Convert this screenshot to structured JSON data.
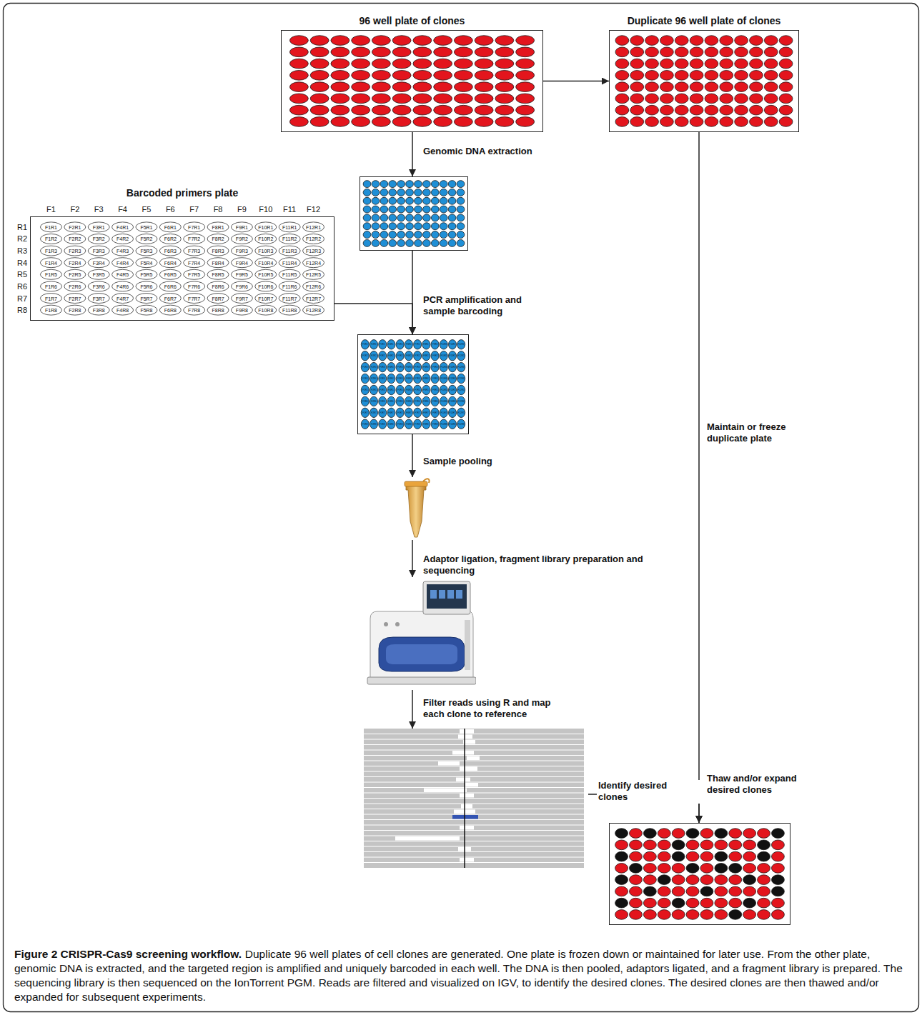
{
  "diagram": {
    "title": "Figure 2 CRISPR-Cas9 screening workflow.",
    "caption": "Duplicate 96 well plates of cell clones are generated. One plate is frozen down or maintained for later use. From the other plate, genomic DNA is extracted, and the targeted region is amplified and uniquely barcoded in each well. The DNA is then pooled, adaptors ligated, and a fragment library is prepared. The sequencing library is then sequenced on the IonTorrent PGM. Reads are filtered and visualized on IGV, to identify the desired clones. The desired clones are then thawed and/or expanded for subsequent experiments.",
    "nodes": [
      {
        "text": [
          "96 well plate of clones"
        ]
      },
      {
        "text": [
          "Duplicate 96 well plate of clones"
        ]
      },
      {
        "text": []
      },
      {
        "text": [
          "Barcoded primers plate"
        ]
      },
      {
        "text": []
      },
      {
        "text": []
      },
      {
        "text": []
      },
      {
        "text": []
      },
      {
        "text": []
      }
    ],
    "edges": [
      {
        "from": 0,
        "to": 1,
        "arrow": "to"
      },
      {
        "from": 0,
        "to": 2,
        "arrow": "to",
        "label": "Genomic DNA extraction"
      },
      {
        "from": 2,
        "to": 4,
        "arrow": "to",
        "label": "PCR amplification and sample barcoding"
      },
      {
        "from": 3,
        "to": 4,
        "arrow": "to"
      },
      {
        "from": 4,
        "to": 5,
        "arrow": "to",
        "label": "Sample pooling"
      },
      {
        "from": 5,
        "to": 6,
        "arrow": "to",
        "label": "Adaptor ligation, fragment library preparation and sequencing"
      },
      {
        "from": 6,
        "to": 7,
        "arrow": "to",
        "label": "Filter reads using R and map each clone to reference"
      },
      {
        "from": 7,
        "to": 8,
        "arrow": "to",
        "label": "Identify desired clones"
      },
      {
        "from": 1,
        "to": 8,
        "arrow": "to",
        "label": "Maintain or freeze duplicate plate"
      }
    ],
    "labels": [
      "Thaw and/or expand desired clones",
      "F1",
      "F2",
      "F3",
      "F4",
      "F5",
      "F6",
      "F7",
      "F8",
      "F9",
      "F10",
      "F11",
      "F12",
      "R1",
      "R2",
      "R3",
      "R4",
      "R5",
      "R6",
      "R7",
      "R8",
      "F1R1",
      "F2R1",
      "F3R1",
      "F4R1",
      "F5R1",
      "F6R1",
      "F7R1",
      "F8R1",
      "F9R1",
      "F10R1",
      "F11R1",
      "F12R1",
      "F1R2",
      "F2R2",
      "F3R2",
      "F4R2",
      "F5R2",
      "F6R2",
      "F7R2",
      "F8R2",
      "F9R2",
      "F10R2",
      "F11R2",
      "F12R2",
      "F1R3",
      "F2R3",
      "F3R3",
      "F4R3",
      "F5R3",
      "F6R3",
      "F7R3",
      "F8R3",
      "F9R3",
      "F10R3",
      "F11R3",
      "F12R3",
      "F1R4",
      "F2R4",
      "F3R4",
      "F4R4",
      "F5R4",
      "F6R4",
      "F7R4",
      "F8R4",
      "F9R4",
      "F10R4",
      "F11R4",
      "F12R4",
      "F1R5",
      "F2R5",
      "F3R5",
      "F4R5",
      "F5R5",
      "F6R5",
      "F7R5",
      "F8R5",
      "F9R5",
      "F10R5",
      "F11R5",
      "F12R5",
      "F1R6",
      "F2R6",
      "F3R6",
      "F4R6",
      "F5R6",
      "F6R6",
      "F7R6",
      "F8R6",
      "F9R6",
      "F10R6",
      "F11R6",
      "F12R6",
      "F1R7",
      "F2R7",
      "F3R7",
      "F4R7",
      "F5R7",
      "F6R7",
      "F7R7",
      "F8R7",
      "F9R7",
      "F10R7",
      "F11R7",
      "F12R7",
      "F1R8",
      "F2R8",
      "F3R8",
      "F4R8",
      "F5R8",
      "F6R8",
      "F7R8",
      "F8R8",
      "F9R8",
      "F10R8",
      "F11R8",
      "F12R8",
      "F1R1",
      "F2R1",
      "F3R1",
      "F4R1",
      "F5R1",
      "F6R1",
      "F7R1",
      "F8R1",
      "F9R1",
      "F10R1",
      "F11R1",
      "F12R1",
      "F1R2",
      "F2R2",
      "F3R2",
      "F4R2",
      "F5R2",
      "F6R2",
      "F7R2",
      "F8R2",
      "F9R2",
      "F10R2",
      "F11R2",
      "F12R2",
      "F1R3",
      "F2R3",
      "F3R3",
      "F4R3",
      "F5R3",
      "F6R3",
      "F7R3",
      "F8R3",
      "F9R3",
      "F10R3",
      "F11R3",
      "F12R3",
      "F1R4",
      "F2R4",
      "F3R4",
      "F4R4",
      "F5R4",
      "F6R4",
      "F7R4",
      "F8R4",
      "F9R4",
      "F10R4",
      "F11R4",
      "F12R4",
      "F1R5",
      "F2R5",
      "F3R5",
      "F4R5",
      "F5R5",
      "F6R5",
      "F7R5",
      "F8R5",
      "F9R5",
      "F10R5",
      "F11R5",
      "F12R5",
      "F1R6",
      "F2R6",
      "F3R6",
      "F4R6",
      "F5R6",
      "F6R6",
      "F7R6",
      "F8R6",
      "F9R6",
      "F10R6",
      "F11R6",
      "F12R6",
      "F1R7",
      "F2R7",
      "F3R7",
      "F4R7",
      "F5R7",
      "F6R7",
      "F7R7",
      "F8R7",
      "F9R7",
      "F10R7",
      "F11R7",
      "F12R7",
      "F1R8",
      "F2R8",
      "F3R8",
      "F4R8",
      "F5R8",
      "F6R8",
      "F7R8",
      "F8R8",
      "F9R8",
      "F10R8",
      "F11R8",
      "F12R8"
    ]
  }
}
